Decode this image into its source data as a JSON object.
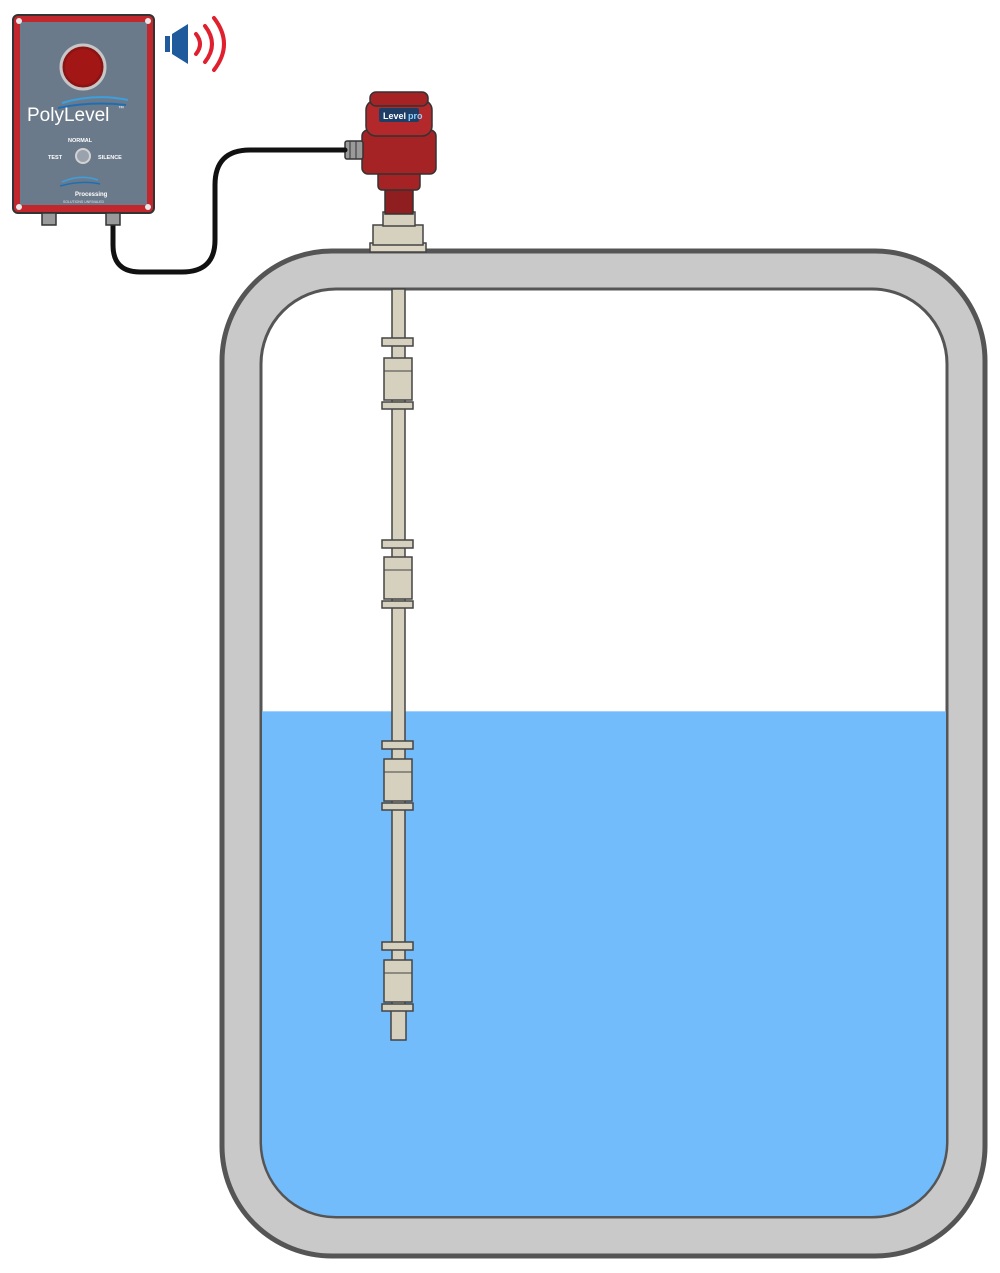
{
  "control_box": {
    "brand": "PolyLevel",
    "trademark": "™",
    "status_label": "NORMAL",
    "test_label": "TEST",
    "silence_label": "SILENCE",
    "maker": "Processing",
    "tagline": "SOLUTIONS UNRIVALED",
    "body_color": "#c1272d",
    "panel_color": "#6b7a8a"
  },
  "transmitter": {
    "badge": "Level",
    "badge_suffix": "pro",
    "color": "#a52325"
  },
  "tank": {
    "wall_color": "#c9c9c9",
    "liquid_color": "#73bcfc",
    "liquid_level_fraction": 0.545
  },
  "icons": {
    "alarm": "speaker-sound-icon",
    "alarm_bar_color": "#1f5a9c",
    "alarm_wave_color": "#e0202e"
  }
}
